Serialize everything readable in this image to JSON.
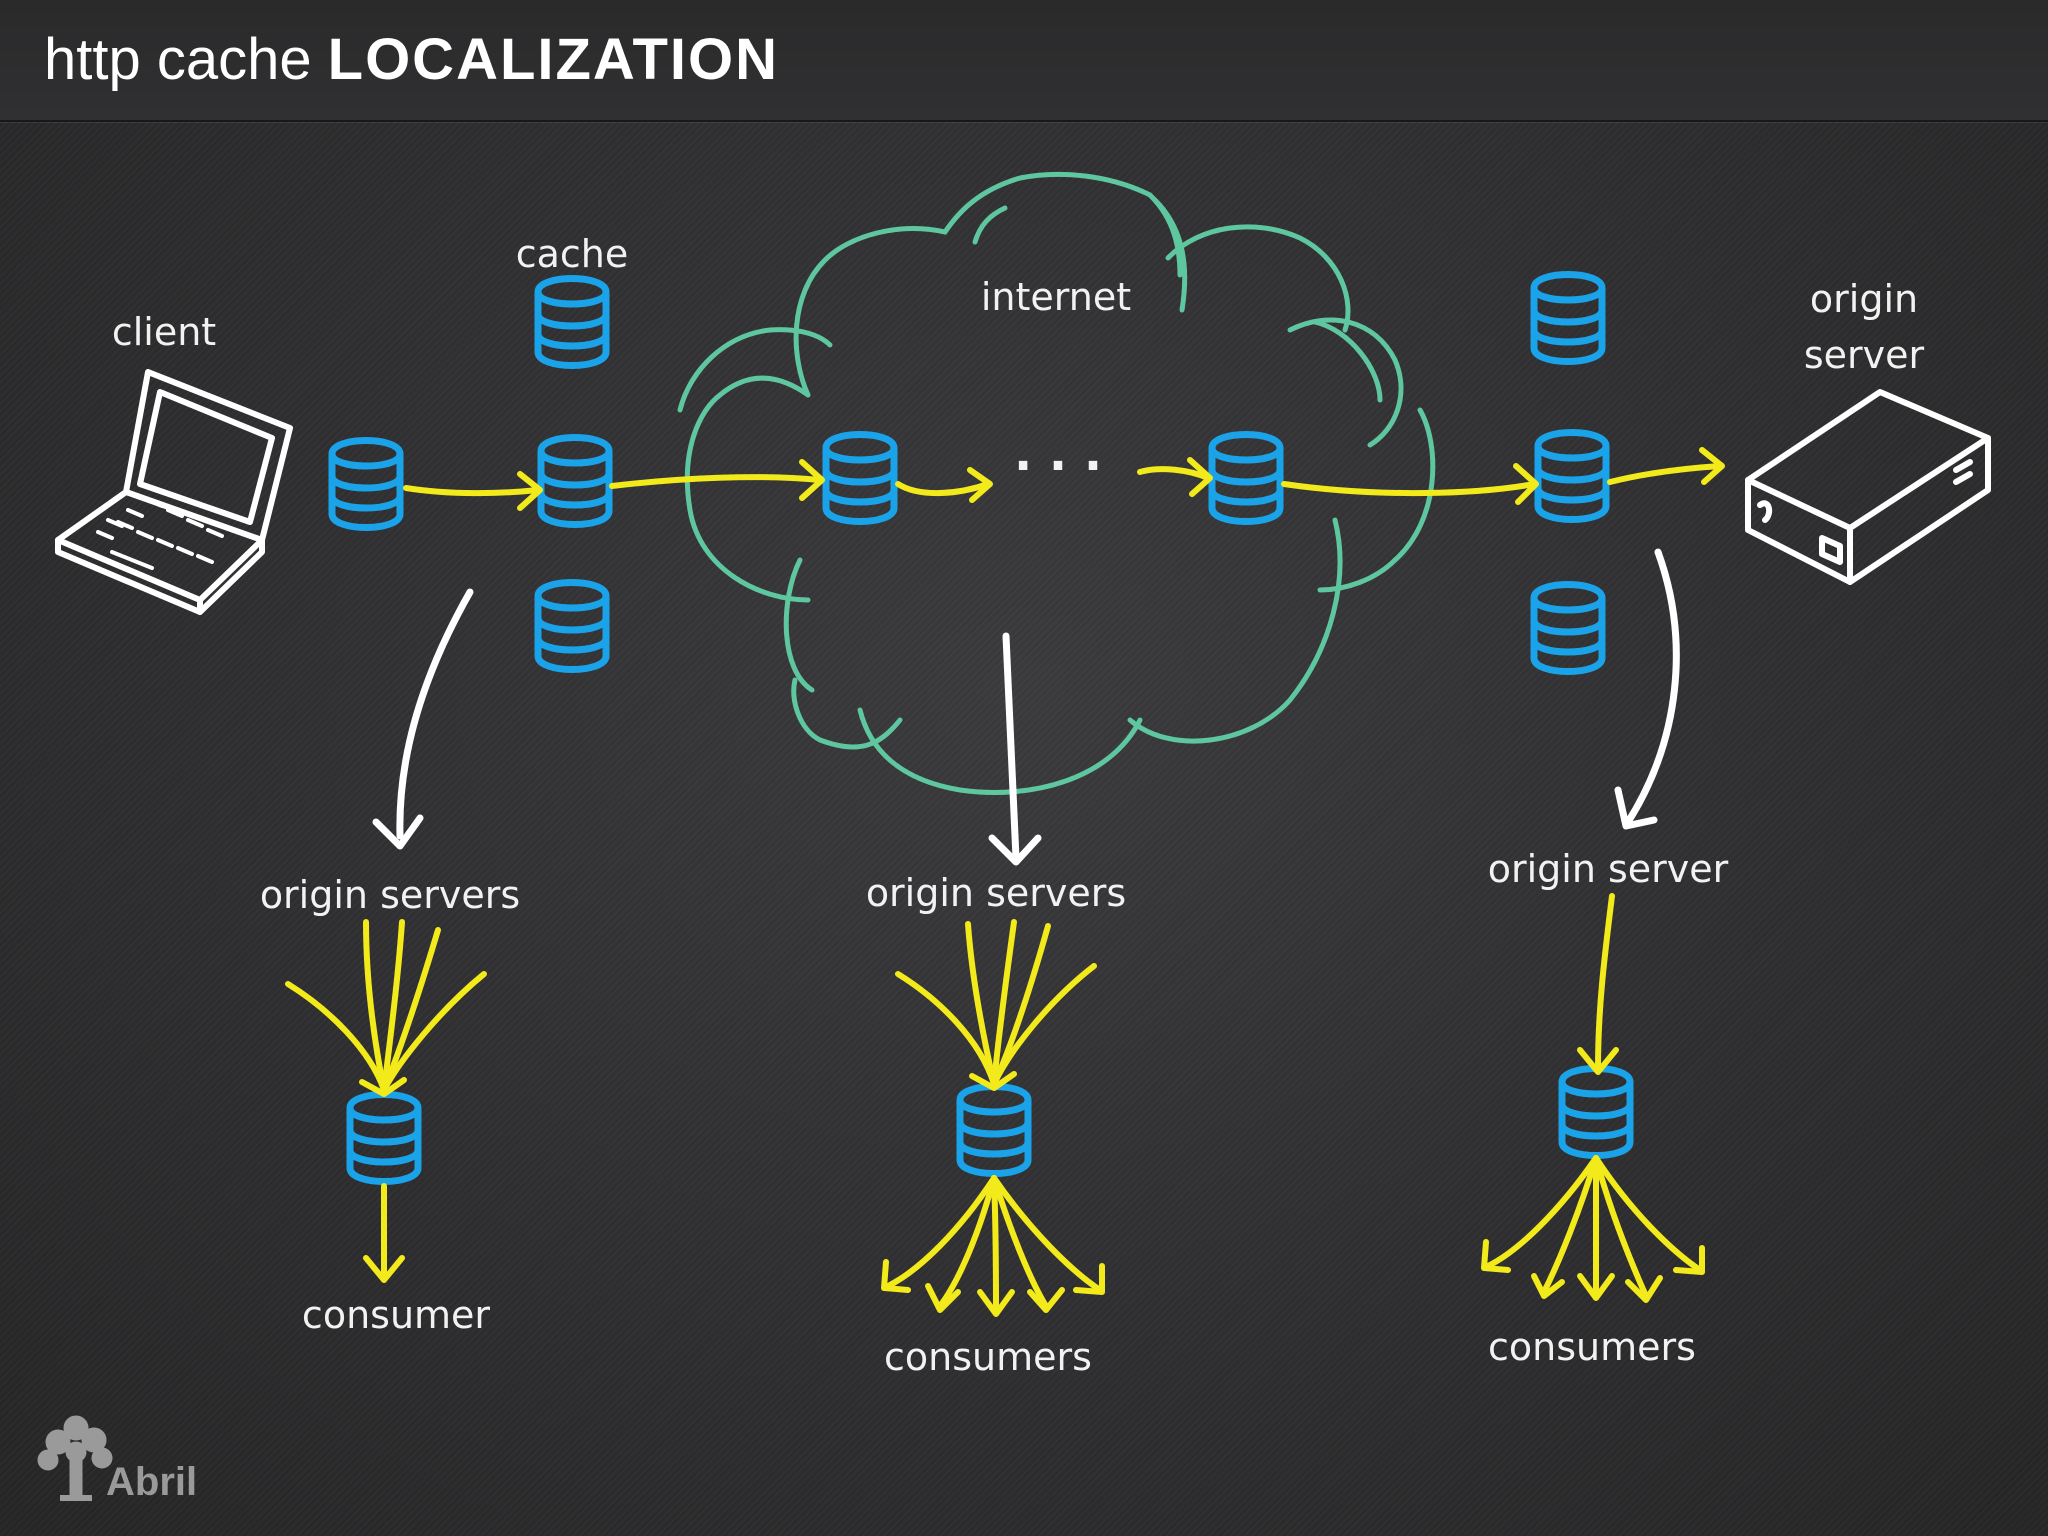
{
  "header": {
    "title_light": "http cache",
    "title_bold": "LOCALIZATION"
  },
  "diagram": {
    "labels": {
      "client": "client",
      "cache": "cache",
      "internet": "internet",
      "origin_server_top_line1": "origin",
      "origin_server_top_line2": "server",
      "origin_servers_left": "origin servers",
      "origin_servers_center": "origin servers",
      "origin_server_right": "origin server",
      "consumer_left": "consumer",
      "consumers_center": "consumers",
      "consumers_right": "consumers"
    },
    "ellipsis": "· · ·",
    "colors": {
      "cache_icon": "#1aa3e8",
      "flow_arrow": "#f2ea1b",
      "cloud": "#5fc7a0",
      "sketch": "#ffffff"
    },
    "icons": {
      "client": "laptop-icon",
      "cache": "database-icon",
      "origin": "server-box-icon",
      "cloud": "cloud-icon"
    }
  },
  "footer": {
    "logo_text": "Abril"
  }
}
